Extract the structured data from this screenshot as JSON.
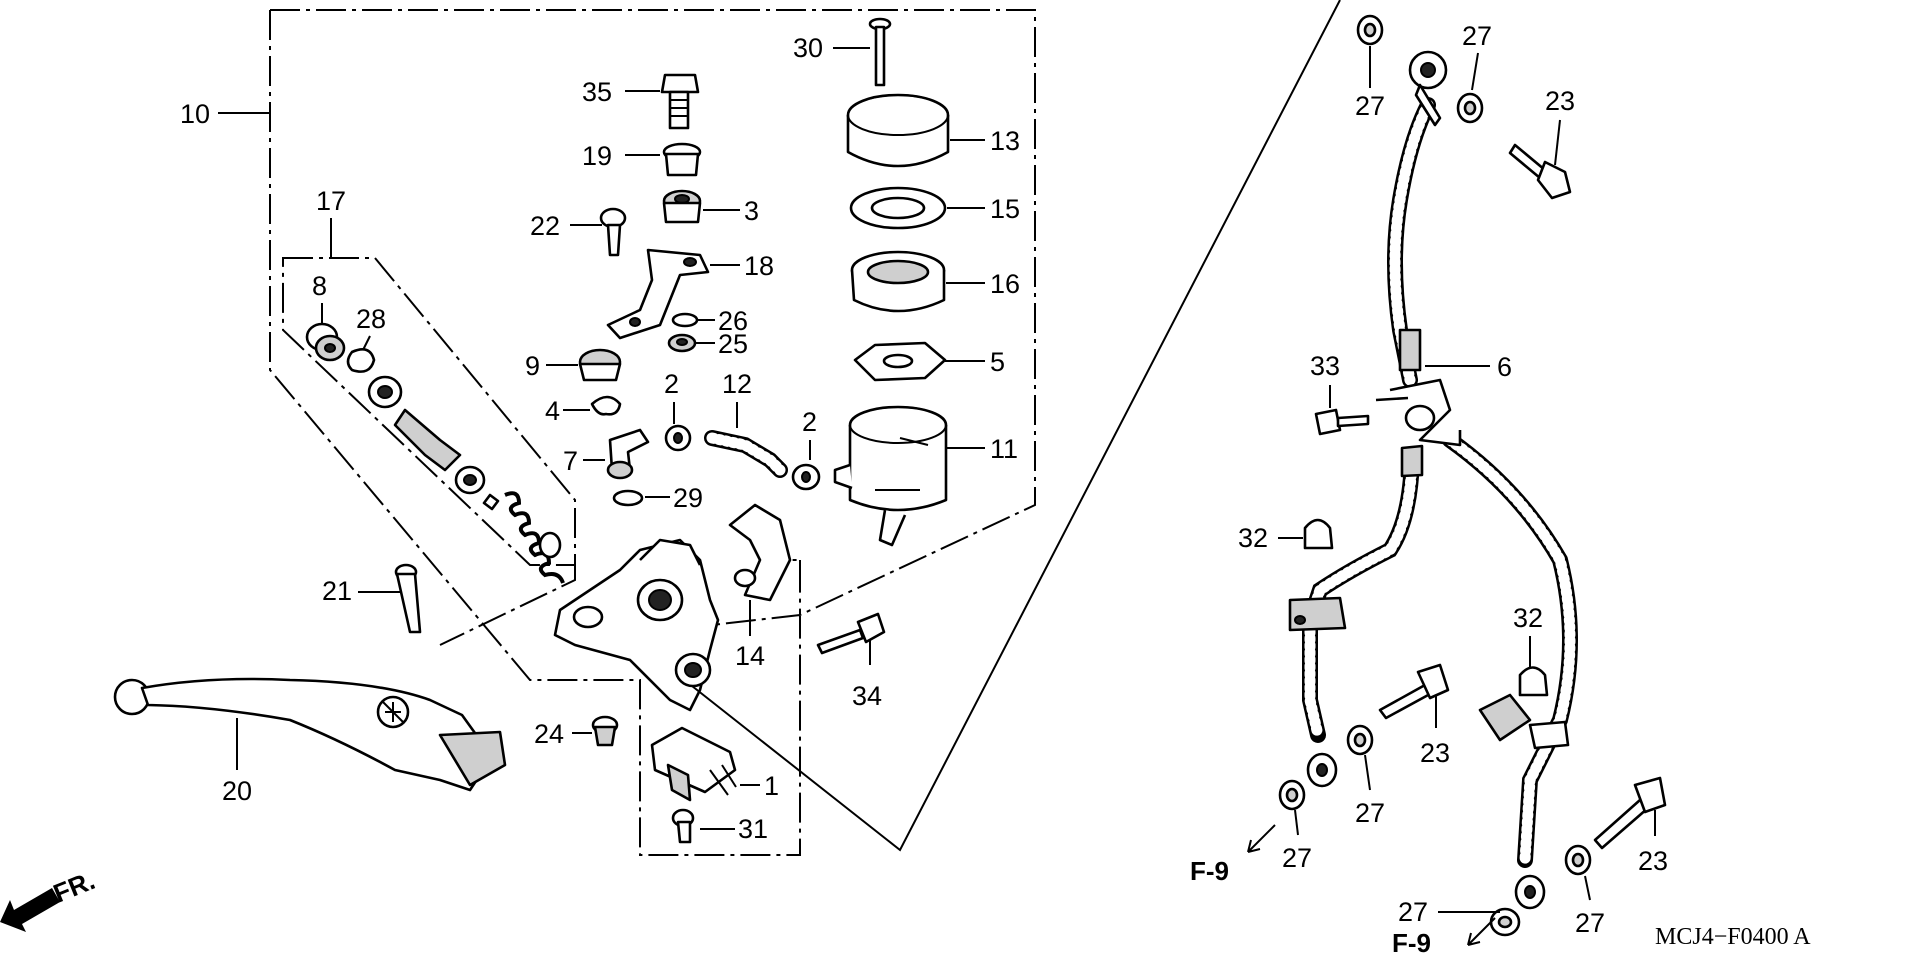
{
  "diagram": {
    "code": "MCJ4−F0400 A",
    "direction_label": "FR.",
    "refs": [
      "F-9",
      "F-9"
    ],
    "callouts": {
      "p10": "10",
      "p17": "17",
      "p8": "8",
      "p28": "28",
      "p35": "35",
      "p19": "19",
      "p3": "3",
      "p22": "22",
      "p18": "18",
      "p26": "26",
      "p25": "25",
      "p9": "9",
      "p4": "4",
      "p2a": "2",
      "p12": "12",
      "p2b": "2",
      "p7": "7",
      "p29": "29",
      "p30": "30",
      "p13": "13",
      "p15": "15",
      "p16": "16",
      "p5": "5",
      "p11": "11",
      "p21": "21",
      "p14": "14",
      "p34": "34",
      "p20": "20",
      "p24": "24",
      "p1": "1",
      "p31": "31",
      "p27a": "27",
      "p27b": "27",
      "p23a": "23",
      "p6": "6",
      "p33": "33",
      "p32a": "32",
      "p32b": "32",
      "p23b": "23",
      "p27c": "27",
      "p27d": "27",
      "p23c": "23",
      "p27e": "27",
      "p27f": "27"
    }
  }
}
